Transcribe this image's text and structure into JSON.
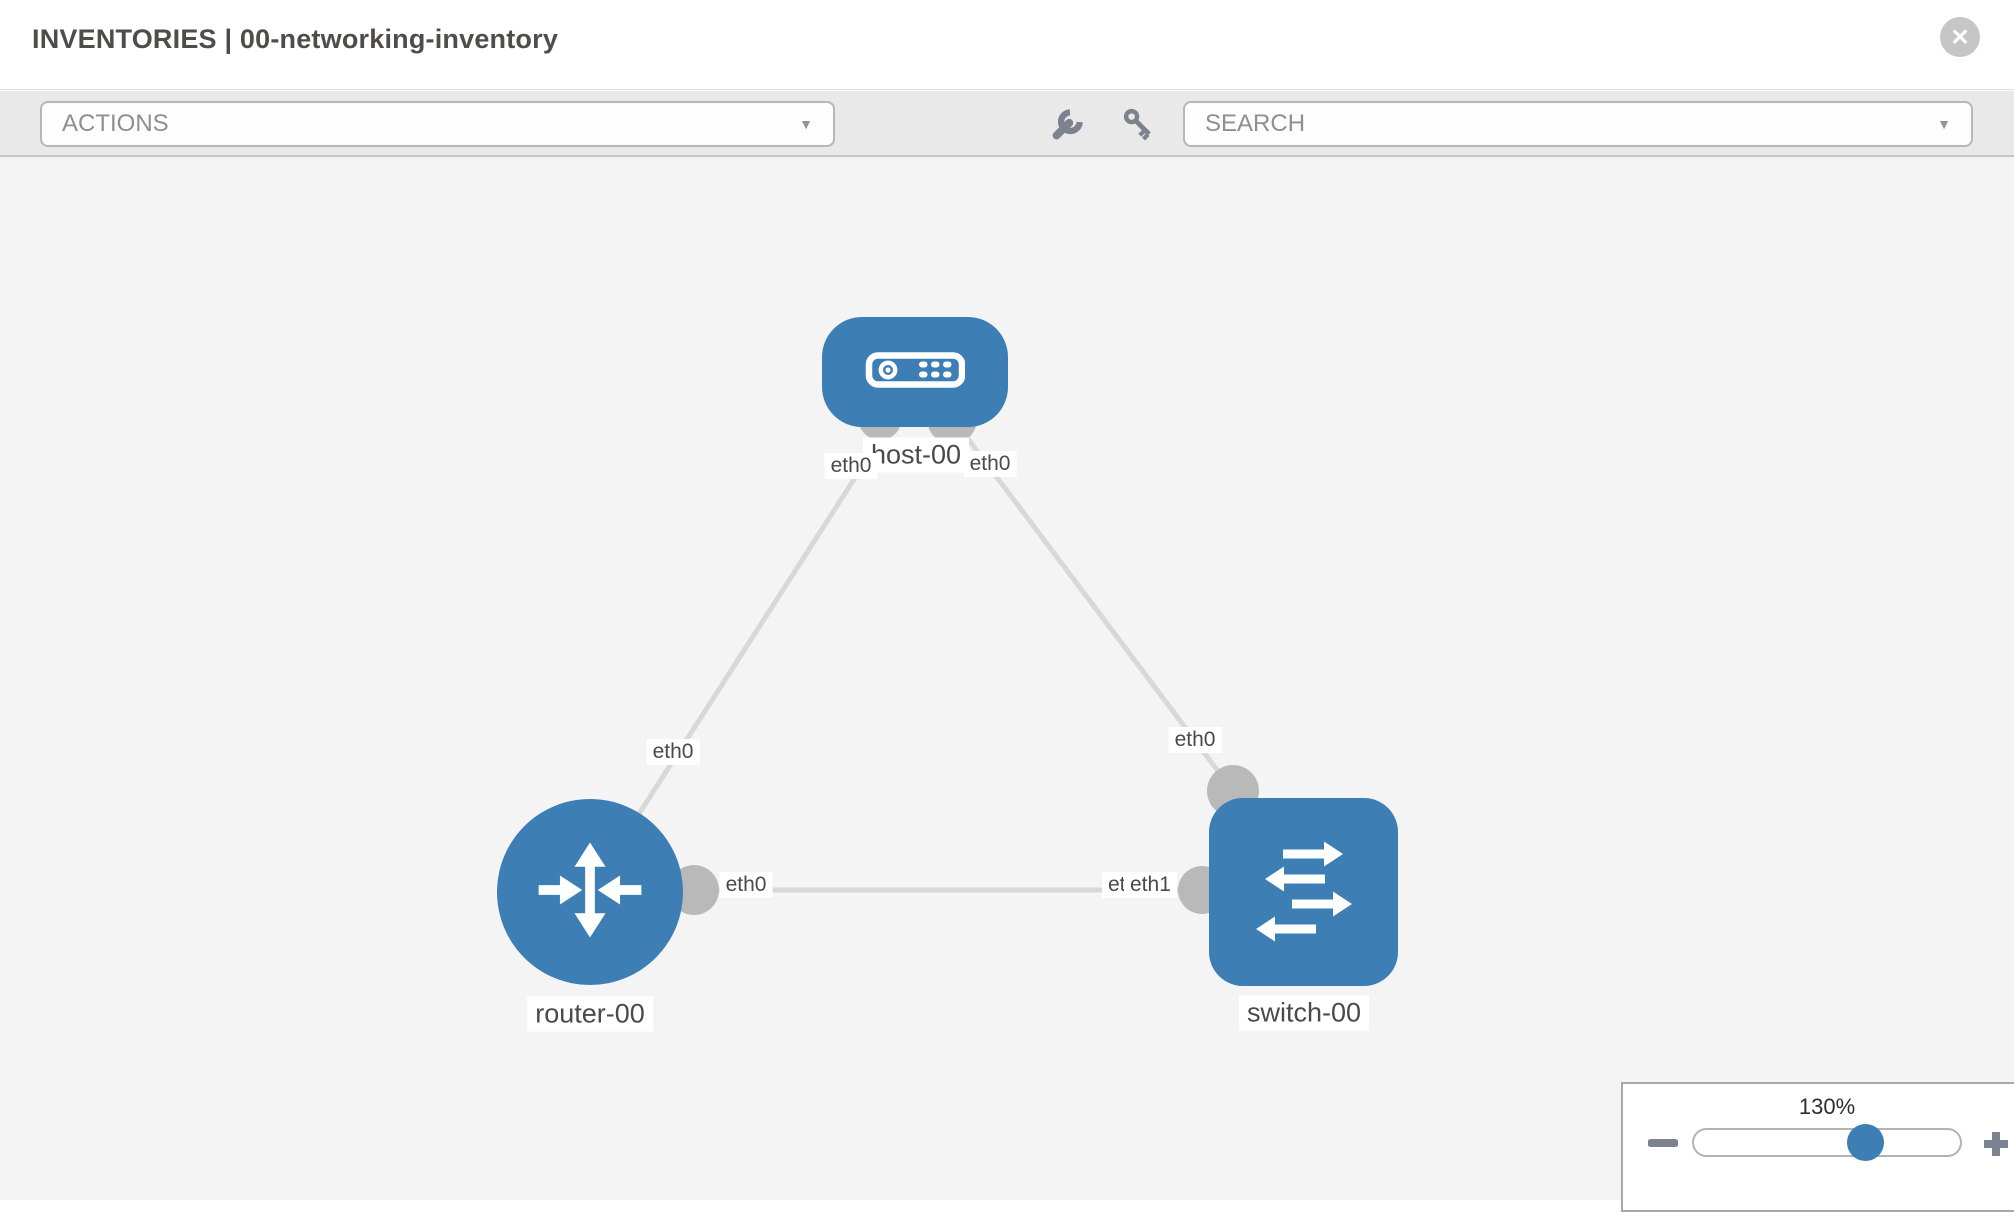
{
  "header": {
    "title": "INVENTORIES | 00-networking-inventory"
  },
  "toolbar": {
    "actions_label": "ACTIONS",
    "search_placeholder": "SEARCH",
    "tool_icons": [
      "wrench-icon",
      "key-icon"
    ]
  },
  "icons": {
    "close": "✕",
    "caret": "▼"
  },
  "colors": {
    "node_blue": "#3d7eb5",
    "link_gray": "#d8d8d8",
    "interface_gray": "#b9b9b9",
    "canvas_bg": "#f4f4f4",
    "toolbar_bg": "#e9e9e9"
  },
  "topology": {
    "nodes": [
      {
        "id": "host-00",
        "type": "host",
        "label": "host-00"
      },
      {
        "id": "router-00",
        "type": "router",
        "label": "router-00"
      },
      {
        "id": "switch-00",
        "type": "switch",
        "label": "switch-00"
      }
    ],
    "links": [
      {
        "from": "router-00",
        "to": "host-00"
      },
      {
        "from": "host-00",
        "to": "switch-00"
      },
      {
        "from": "router-00",
        "to": "switch-00"
      }
    ],
    "interfaces": [
      {
        "text": "eth0",
        "node": "host-00"
      },
      {
        "text": "eth0",
        "node": "host-00"
      },
      {
        "text": "eth0",
        "node": "router-00"
      },
      {
        "text": "eth0",
        "node": "switch-00"
      },
      {
        "text": "eth0",
        "node": "router-00"
      },
      {
        "text": "eth0",
        "node": "router-00"
      },
      {
        "text": "eth1",
        "node": "switch-00"
      }
    ]
  },
  "zoom_control": {
    "value": "130%"
  }
}
